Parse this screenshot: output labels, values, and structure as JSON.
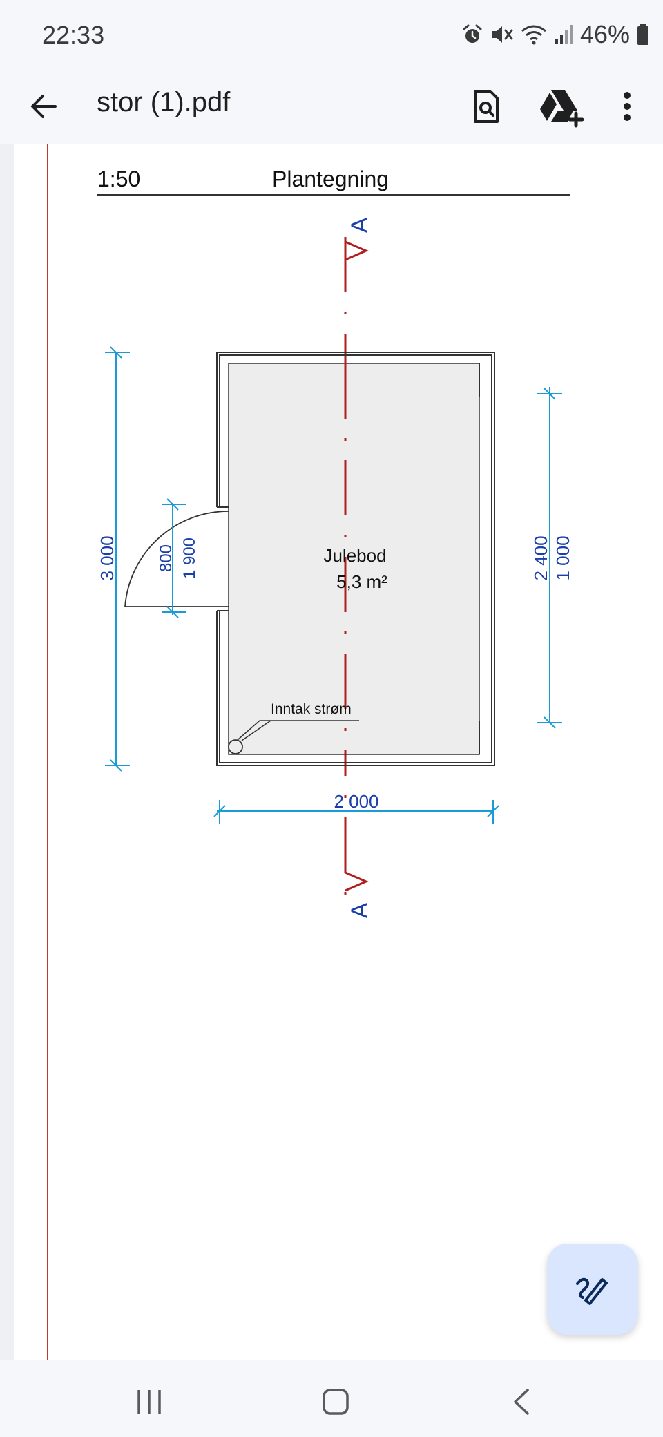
{
  "status_bar": {
    "time": "22:33",
    "battery_percent": "46%",
    "icons": [
      "alarm-icon",
      "mute-icon",
      "wifi-icon",
      "signal-icon",
      "battery-icon"
    ]
  },
  "app_bar": {
    "title": "stor (1).pdf",
    "icons": [
      "back-arrow-icon",
      "search-document-icon",
      "google-drive-add-icon",
      "more-vert-icon"
    ]
  },
  "drawing": {
    "scale": "1:50",
    "heading": "Plantegning",
    "section_marker_top": "A",
    "section_marker_bottom": "A",
    "room_name": "Julebod",
    "room_area": "5,3 m²",
    "annotation": "Inntak strøm",
    "dim_left_total": "3 000",
    "dim_door_width": "800",
    "dim_door_height": "1 900",
    "dim_right_1": "2 400",
    "dim_right_2": "1 000",
    "dim_bottom": "2 000",
    "colors": {
      "dimension": "#1a9bd7",
      "dimension_text": "#1a3fa8",
      "section_line": "#b01e1e",
      "wall": "#333333",
      "room_fill": "#ededed"
    }
  },
  "fab": {
    "icon": "edit-pen-icon"
  },
  "nav_bar": {
    "icons": [
      "recents-icon",
      "home-icon",
      "back-chevron-icon"
    ]
  }
}
